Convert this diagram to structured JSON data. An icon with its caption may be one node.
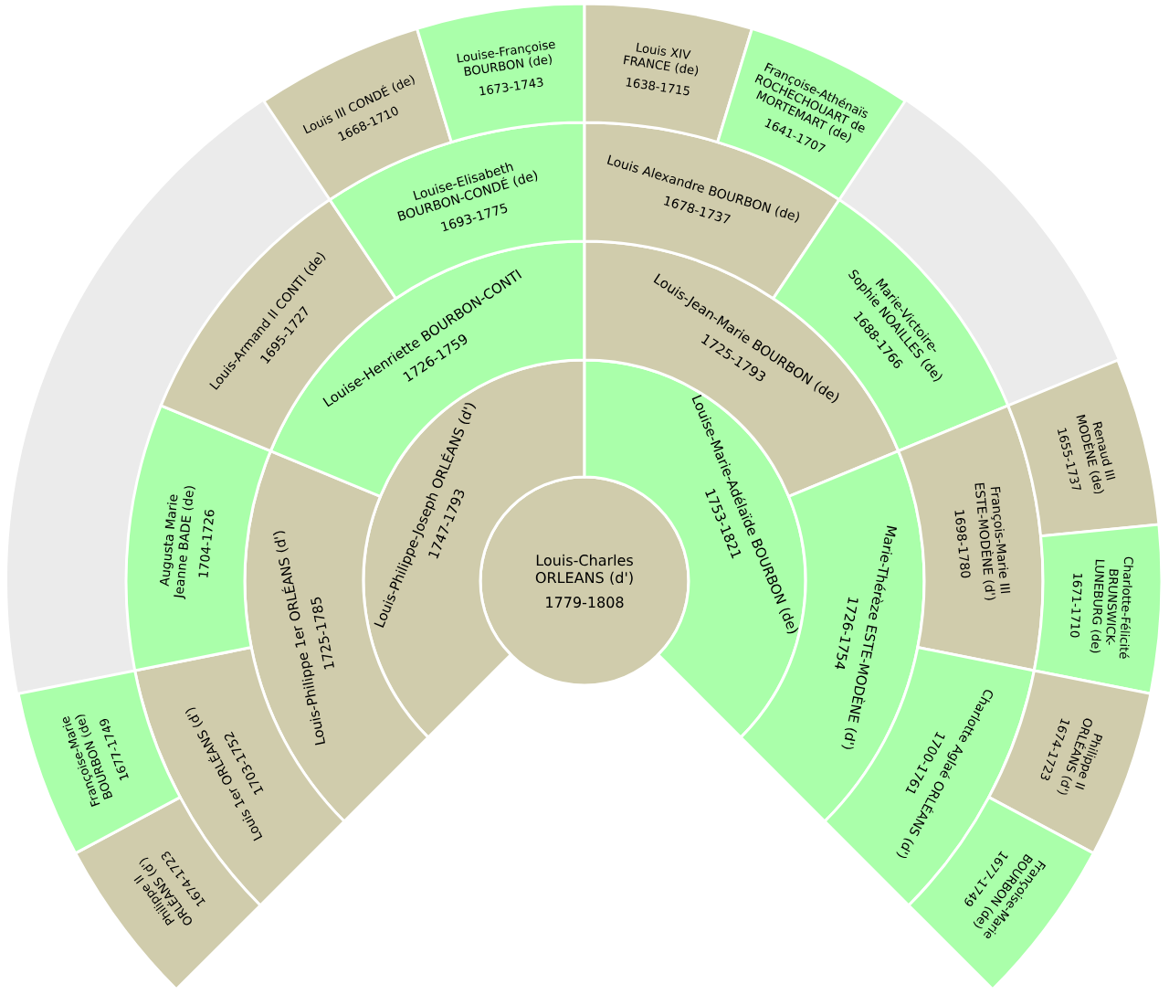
{
  "diagram": {
    "nodes": [
      {
        "text": [
          "Louis-Charles ORLEANS (d')",
          "1779-1808"
        ]
      },
      {
        "text": [
          "Louis-Philippe-Joseph ORLÉANS (d')",
          "1747-1793"
        ]
      },
      {
        "text": [
          "Louise-Marie-Adélaïde BOURBON (de)",
          "1753-1821"
        ]
      },
      {
        "text": [
          "Louis-Philippe 1er ORLÉANS (d')",
          "1725-1785"
        ]
      },
      {
        "text": [
          "Louise-Henriette BOURBON-CONTI",
          "1726-1759"
        ]
      },
      {
        "text": [
          "Louis-Jean-Marie BOURBON (de)",
          "1725-1793"
        ]
      },
      {
        "text": [
          "Marie-Thérèze ESTE-MODÈNE (d')",
          "1726-1754"
        ]
      },
      {
        "text": [
          "Louis 1er ORLÉANS (d')",
          "1703-1752"
        ]
      },
      {
        "text": [
          "Augusta Marie Jeanne BADE (de)",
          "1704-1726"
        ]
      },
      {
        "text": [
          "Louis-Armand II CONTI (de)",
          "1695-1727"
        ]
      },
      {
        "text": [
          "Louise-Elisabeth BOURBON-CONDÉ (de)",
          "1693-1775"
        ]
      },
      {
        "text": [
          "Louis Alexandre BOURBON (de)",
          "1678-1737"
        ]
      },
      {
        "text": [
          "Marie-Victoire-Sophie NOAILLES (de)",
          "1688-1766"
        ]
      },
      {
        "text": [
          "François-Marie III ESTE-MODÈNE (d')",
          "1698-1780"
        ]
      },
      {
        "text": [
          "Charlotte Aglaé ORLÉANS (d')",
          "1700-1761"
        ]
      },
      {
        "text": [
          "Philippe II ORLÉANS (d')",
          "1674-1723"
        ]
      },
      {
        "text": [
          "Françoise-Marie BOURBON (de)",
          "1677-1749"
        ]
      },
      {
        "text": [
          "Louis III CONDÉ (de)",
          "1668-1710"
        ]
      },
      {
        "text": [
          "Louise-Françoise BOURBON (de)",
          "1673-1743"
        ]
      },
      {
        "text": [
          "Louis XIV FRANCE (de)",
          "1638-1715"
        ]
      },
      {
        "text": [
          "Françoise-Athénaïs ROCHECHOUART de MORTEMART (de)",
          "1641-1707"
        ]
      },
      {
        "text": [
          "Renaud III MODÈNE (de)",
          "1655-1737"
        ]
      },
      {
        "text": [
          "Charlotte-Félicité BRUNSWICK-LUNEBURG (de)",
          "1671-1710"
        ]
      },
      {
        "text": [
          "Philippe II ORLÉANS (d')",
          "1674-1723"
        ]
      },
      {
        "text": [
          "Françoise-Marie BOURBON (de)",
          "1677-1749"
        ]
      }
    ]
  }
}
